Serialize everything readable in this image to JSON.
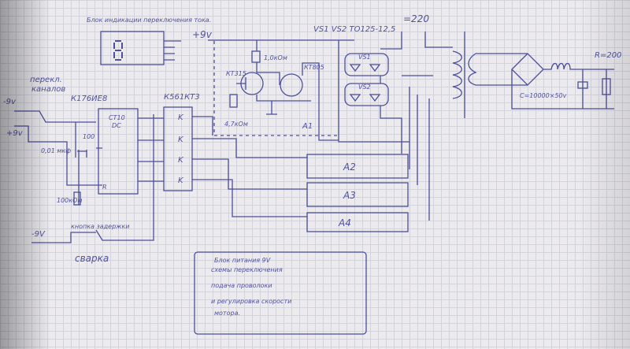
{
  "title": "Блок индикации переключения тока.",
  "power": {
    "plus9": "+9v",
    "minus9": "-9v",
    "plus9b": "+9v",
    "minus9c": "-9V",
    "ac": "=220"
  },
  "thyristors": "VS1 VS2 TO125-12,5",
  "components": {
    "r1": "1,0кОм",
    "r2": "4,7кОм",
    "q1": "КТ315",
    "q2": "КТ805",
    "vs1": "VS1",
    "vs2": "VS2",
    "a1": "A1",
    "a2": "A2",
    "a3": "A3",
    "a4": "A4",
    "ic1": "К176ИЕ8",
    "ic2": "К561КТ3",
    "ct10": "CT10",
    "dc": "DC",
    "r_pin": "R",
    "k1": "K",
    "k2": "K",
    "k3": "K",
    "k4": "K",
    "c1": "100",
    "c2": "0,01 мкф",
    "r3": "100кОм",
    "cap_main": "C=10000×50v",
    "r_load": "R=200"
  },
  "labels": {
    "switch_channels_1": "перекл.",
    "switch_channels_2": "каналов",
    "button": "кнопка задержки",
    "welding": "сварка"
  },
  "note": [
    "Блок питания 9V",
    "схемы переключения",
    "подача проволоки",
    "и регулировка скорости",
    "мотора."
  ]
}
